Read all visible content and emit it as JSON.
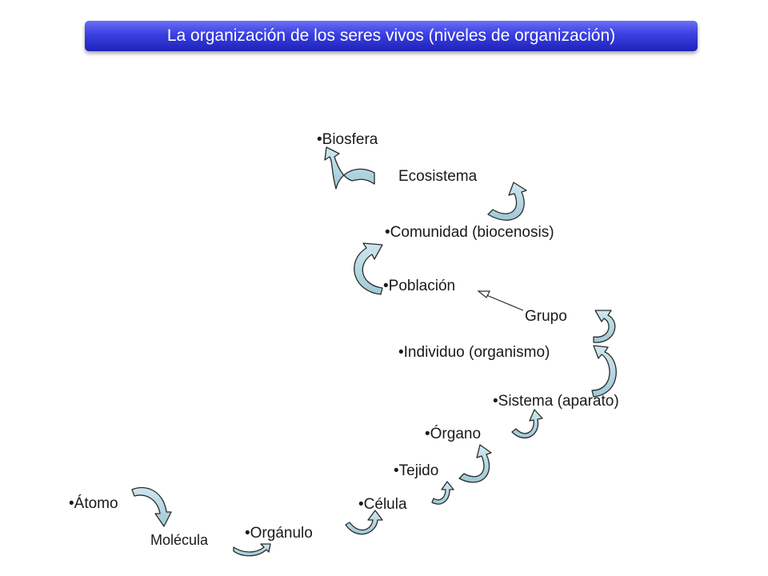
{
  "title": "La organización de los seres vivos (niveles de organización)",
  "bullet": "•",
  "arrow_color": "#add8e6",
  "levels": {
    "biosfera": "Biosfera",
    "ecosistema": "Ecosistema",
    "comunidad": "Comunidad (biocenosis)",
    "poblacion": "Población",
    "grupo": "Grupo",
    "individuo": "Individuo (organismo)",
    "sistema": "Sistema (aparato)",
    "organo": "Órgano",
    "tejido": "Tejido",
    "celula": "Célula",
    "organulo": "Orgánulo",
    "molecula": "Molécula",
    "atomo": "Átomo"
  }
}
